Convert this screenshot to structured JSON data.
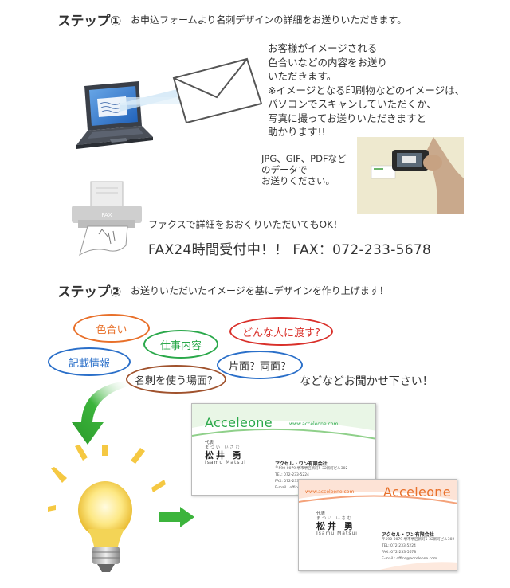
{
  "step1": {
    "title": "ステップ①",
    "desc": "お申込フォームより名刺デザインの詳細をお送りいただきます。",
    "para_lines": [
      "お客様がイメージされる",
      "色合いなどの内容をお送り",
      "いただきます。",
      "※イメージとなる印刷物などのイメージは、",
      "パソコンでスキャンしていただくか、",
      "写真に撮ってお送りいただきますと",
      "助かります!!"
    ],
    "format_lines": [
      "JPG、GIF、PDFなど",
      "のデータで",
      "お送りください。"
    ],
    "fax_machine_label": "FAX",
    "fax_note": "ファクスで詳細をおおくりいただいてもOK！",
    "fax_line": "FAX24時間受付中！！ FAX：072-233-5678"
  },
  "step2": {
    "title": "ステップ②",
    "desc": "お送りいただいたイメージを基にデザインを作り上げます！",
    "bubbles": {
      "color": "色合い",
      "job": "仕事内容",
      "who": "どんな人に渡す?",
      "info": "記載情報",
      "side": "片面？両面？",
      "scene": "名刺を使う場面？"
    },
    "closing": "などなどお聞かせ下さい！"
  },
  "cards": {
    "logo": "Acceleone",
    "url": "www.acceleone.com",
    "role": "代表",
    "kana": "まつい いさむ",
    "name": "松井 勇",
    "roman": "Isamu Matsui",
    "company": "アクセル・ワン有限会社",
    "address": "〒590-0079 堺市堺区新町5-32新町ビル302",
    "tel": "TEL: 072-233-5224",
    "fax": "FAX: 072-233-5678",
    "email": "E-mail : office@acceleone.com"
  },
  "colors": {
    "green": "#2aa84a",
    "orange": "#e8702a",
    "red": "#d9302a",
    "blue": "#2a6fc9",
    "brown": "#a0522d",
    "arrow_green": "#3cb43c",
    "bulb_yellow": "#f5c842"
  }
}
